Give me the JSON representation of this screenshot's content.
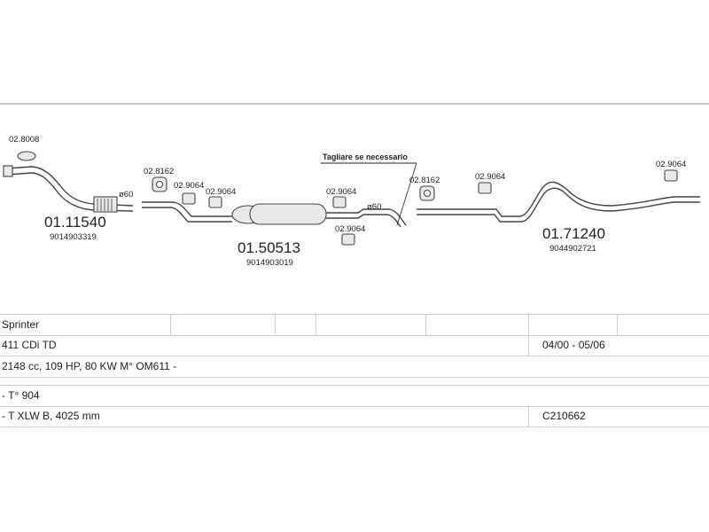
{
  "diagram": {
    "note": "Tagliare se necessario",
    "parts": {
      "p1": {
        "code": "02.8008"
      },
      "p2": {
        "code": "02.8162"
      },
      "p3": {
        "code": "02.9064"
      },
      "p4": {
        "code": "02.9064"
      },
      "p5": {
        "code": "02.9064"
      },
      "p6": {
        "code": "02.9064"
      },
      "p7": {
        "code": "02.8162"
      },
      "p8": {
        "code": "02.9064"
      },
      "p9": {
        "code": "02.9064"
      }
    },
    "diameters": {
      "d1": "ø60",
      "d2": "ø60"
    },
    "assemblies": {
      "a1": {
        "number": "01.11540",
        "ref": "9014903319"
      },
      "a2": {
        "number": "01.50513",
        "ref": "9014903019"
      },
      "a3": {
        "number": "01.71240",
        "ref": "9044902721"
      }
    }
  },
  "table": {
    "rows": [
      {
        "left": "Sprinter",
        "right": ""
      },
      {
        "left": "411 CDi TD",
        "right": "04/00 - 05/06"
      },
      {
        "left": "2148 cc, 109 HP, 80 KW M° OM611 -",
        "right": ""
      },
      {
        "left": "- T° 904",
        "right": ""
      },
      {
        "left": "- T XLW B, 4025 mm",
        "right": "C210662"
      }
    ]
  }
}
